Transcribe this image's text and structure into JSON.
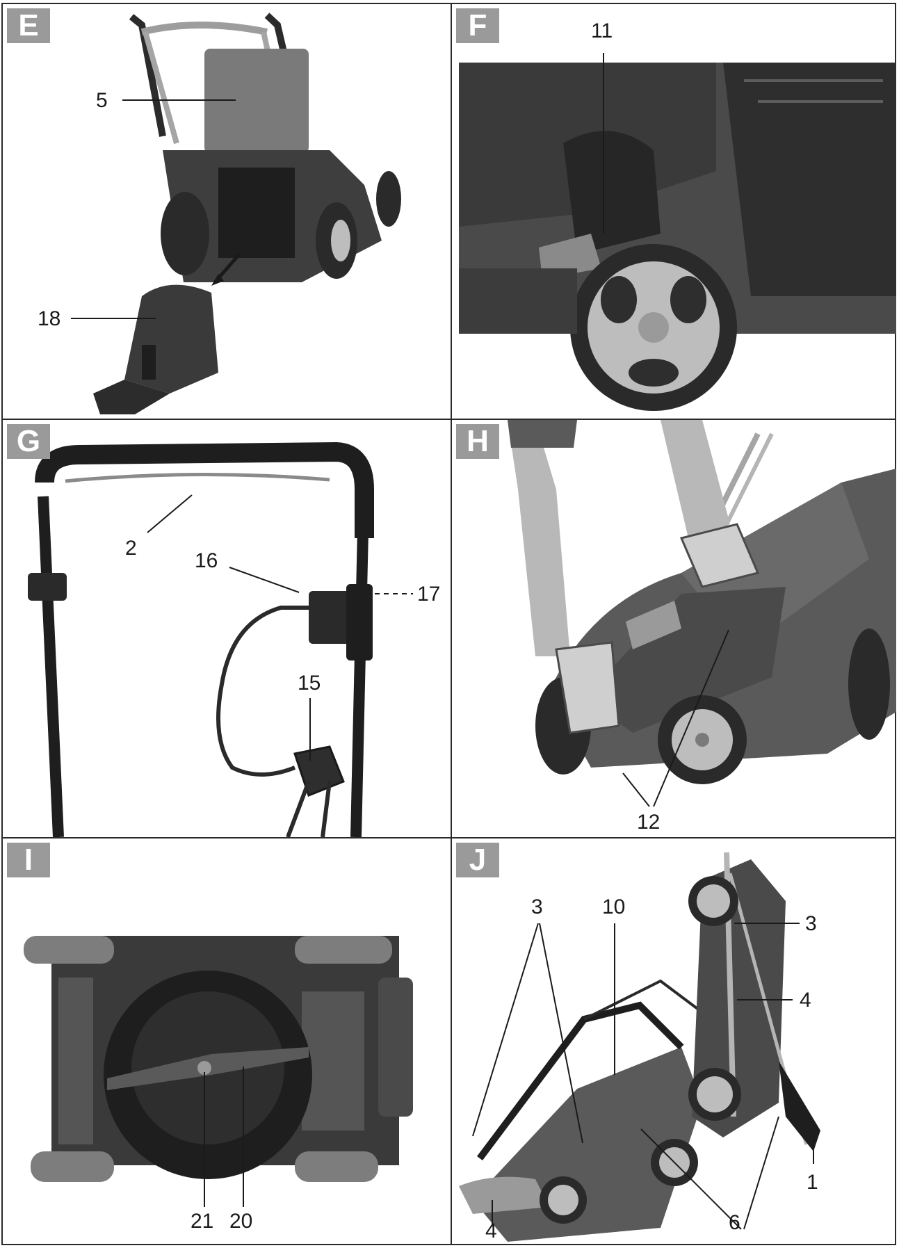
{
  "panels": {
    "E": {
      "letter": "E",
      "labels": {
        "c5": "5",
        "c18": "18"
      }
    },
    "F": {
      "letter": "F",
      "labels": {
        "c11": "11"
      }
    },
    "G": {
      "letter": "G",
      "labels": {
        "c2": "2",
        "c16": "16",
        "c17": "17",
        "c15": "15"
      }
    },
    "H": {
      "letter": "H",
      "labels": {
        "c12": "12"
      }
    },
    "I": {
      "letter": "I",
      "labels": {
        "c21": "21",
        "c20": "20"
      }
    },
    "J": {
      "letter": "J",
      "labels": {
        "c3a": "3",
        "c10": "10",
        "c3b": "3",
        "c4a": "4",
        "c1": "1",
        "c6": "6",
        "c4b": "4"
      }
    }
  },
  "colors": {
    "frame": "#2a2a2a",
    "badge": "#9a9a9a",
    "photo_dark": "#3a3a3a",
    "photo_mid": "#6e6e6e",
    "photo_light": "#bdbdbd"
  }
}
